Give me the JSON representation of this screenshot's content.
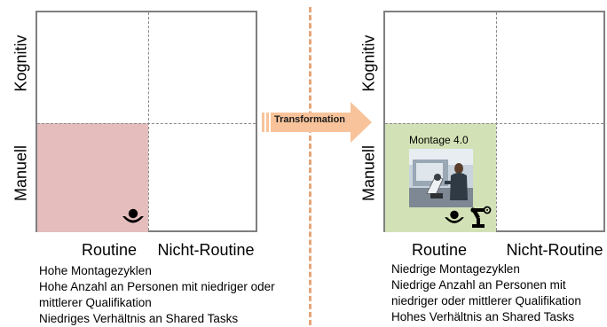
{
  "left_matrix": {
    "y_labels": {
      "top": "Kognitiv",
      "bottom": "Manuell"
    },
    "x_labels": {
      "left": "Routine",
      "right": "Nicht-Routine"
    },
    "bullets": [
      "Hohe Montagezyklen",
      "Hohe Anzahl an Personen mit niedriger oder",
      "mittlerer Qualifikation",
      "Niedriges Verhältnis an Shared Tasks"
    ],
    "highlight_color": "#e5bdbd"
  },
  "arrow": {
    "label": "Transformation",
    "color": "#f8c39a"
  },
  "right_matrix": {
    "y_labels": {
      "top": "Kognitiv",
      "bottom": "Manuell"
    },
    "x_labels": {
      "left": "Routine",
      "right": "Nicht-Routine"
    },
    "cell_title": "Montage 4.0",
    "bullets": [
      "Niedrige Montagezyklen",
      "Niedrige Anzahl an Personen mit",
      "niedriger oder mittlerer Qualifikation",
      "Hohes Verhältnis an Shared Tasks"
    ],
    "highlight_color": "#d3e2b6"
  },
  "icons": [
    "worker-icon",
    "robot-arm-icon",
    "assembly-photo"
  ]
}
